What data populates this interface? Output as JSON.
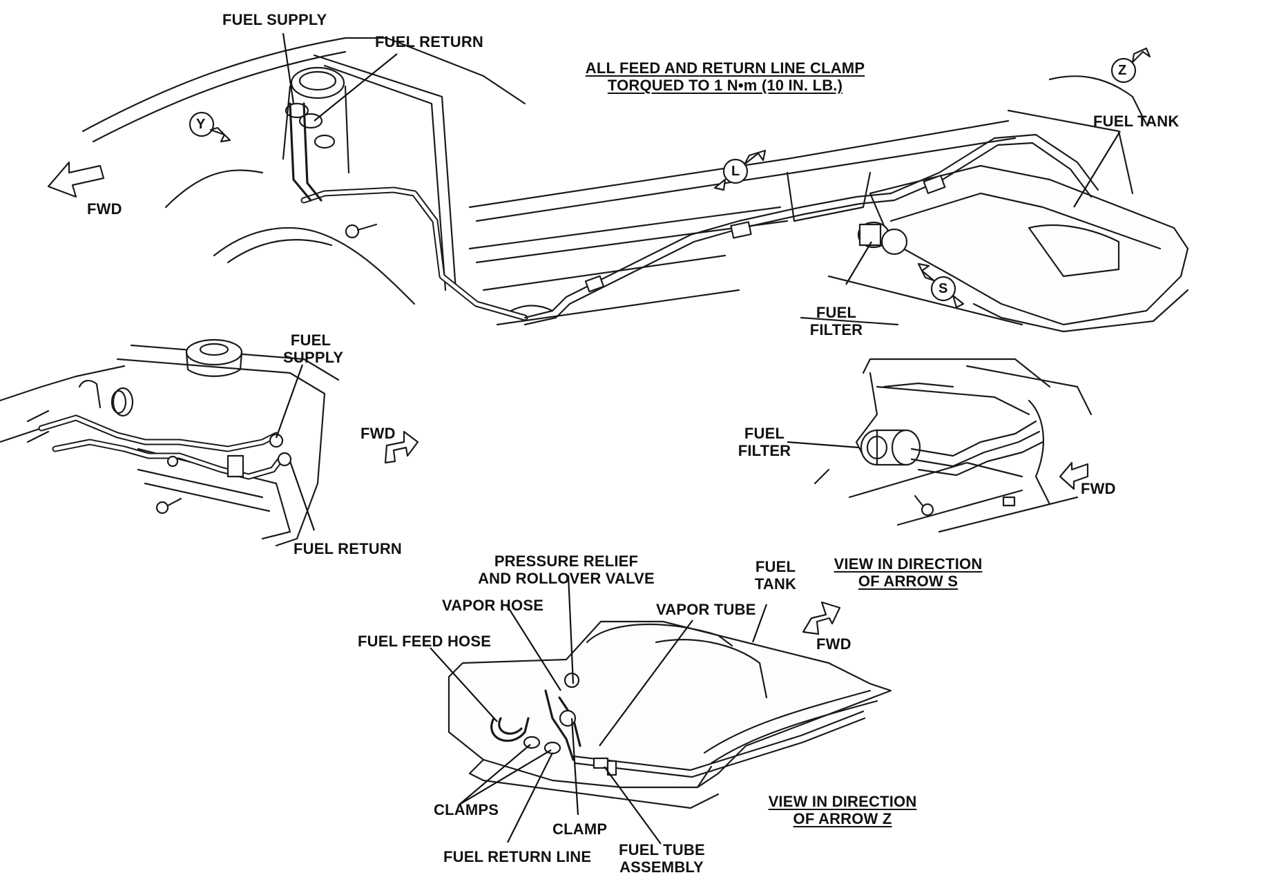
{
  "labels": {
    "top_fuel_supply": "FUEL SUPPLY",
    "top_fuel_return": "FUEL RETURN",
    "clamp_note_line1": "ALL FEED AND RETURN LINE CLAMP",
    "clamp_note_line2": "TORQUED TO 1 N•m (10 IN. LB.)",
    "top_fuel_tank": "FUEL TANK",
    "top_fwd": "FWD",
    "top_fuel_filter_line1": "FUEL",
    "top_fuel_filter_line2": "FILTER",
    "mid_fuel_supply_line1": "FUEL",
    "mid_fuel_supply_line2": "SUPPLY",
    "mid_fwd": "FWD",
    "mid_fuel_return": "FUEL RETURN",
    "s_fuel_filter_line1": "FUEL",
    "s_fuel_filter_line2": "FILTER",
    "s_fwd": "FWD",
    "view_s_line1": "VIEW IN DIRECTION",
    "view_s_line2": "OF ARROW S",
    "pressure_relief_line1": "PRESSURE RELIEF",
    "pressure_relief_line2": "AND ROLLOVER VALVE",
    "vapor_hose": "VAPOR HOSE",
    "fuel_feed_hose": "FUEL FEED HOSE",
    "z_fuel_tank_line1": "FUEL",
    "z_fuel_tank_line2": "TANK",
    "vapor_tube": "VAPOR TUBE",
    "z_fwd": "FWD",
    "clamps": "CLAMPS",
    "clamp": "CLAMP",
    "fuel_return_line": "FUEL RETURN LINE",
    "fuel_tube_assembly_line1": "FUEL TUBE",
    "fuel_tube_assembly_line2": "ASSEMBLY",
    "view_z_line1": "VIEW IN DIRECTION",
    "view_z_line2": "OF ARROW Z"
  },
  "view_arrows": {
    "y": "Y",
    "z": "Z",
    "l": "L",
    "s": "S"
  },
  "icons": [
    "fwd-arrow-icon",
    "view-direction-arrow-icon",
    "bolt-icon",
    "clamp-icon"
  ]
}
